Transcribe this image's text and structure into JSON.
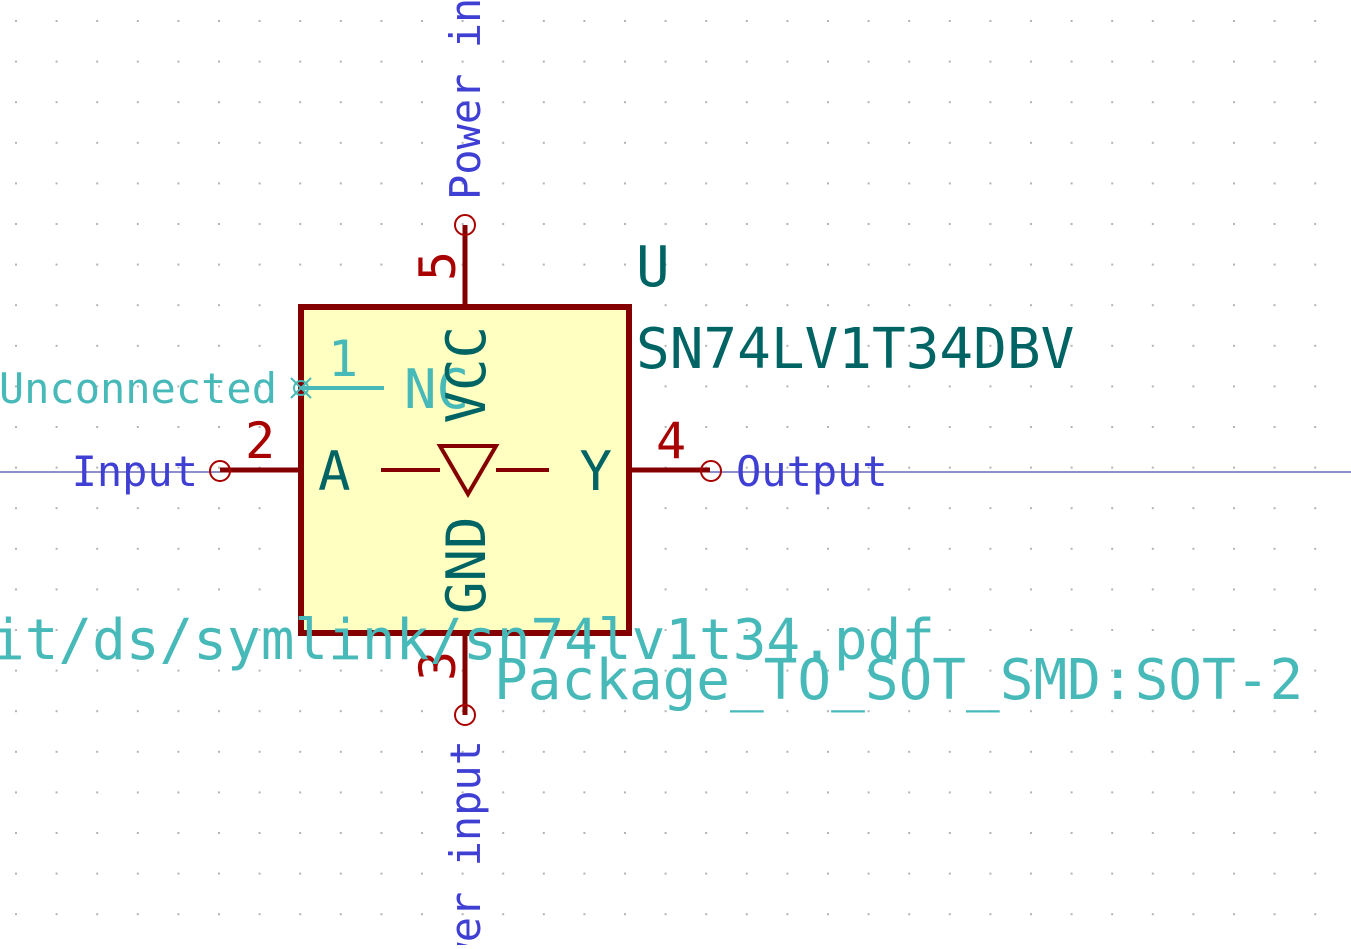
{
  "symbol": {
    "reference": "U",
    "value": "SN74LV1T34DBV",
    "footprint": "Package_TO_SOT_SMD:SOT-2",
    "datasheet": "it/ds/symlink/sn74lv1t34.pdf"
  },
  "pins": {
    "nc": {
      "number": "1",
      "name": "NC",
      "type": "Unconnected"
    },
    "a": {
      "number": "2",
      "name": "A",
      "type": "Input"
    },
    "gnd": {
      "number": "3",
      "name": "GND",
      "type": "wer input"
    },
    "y": {
      "number": "4",
      "name": "Y",
      "type": "Output"
    },
    "vcc": {
      "number": "5",
      "name": "VCC",
      "type": "Power in"
    }
  },
  "colors": {
    "background": "#ffffff",
    "grid_dot": "#b4b4b4",
    "body_fill": "#ffffc2",
    "body_outline": "#840000",
    "pin_line": "#840000",
    "pin_number": "#a90000",
    "pin_name": "#006464",
    "reference": "#006464",
    "value": "#006464",
    "field_hidden": "#48b9b9",
    "pin_type": "#3f3fd4",
    "crosshair": "#1c1c9a"
  }
}
